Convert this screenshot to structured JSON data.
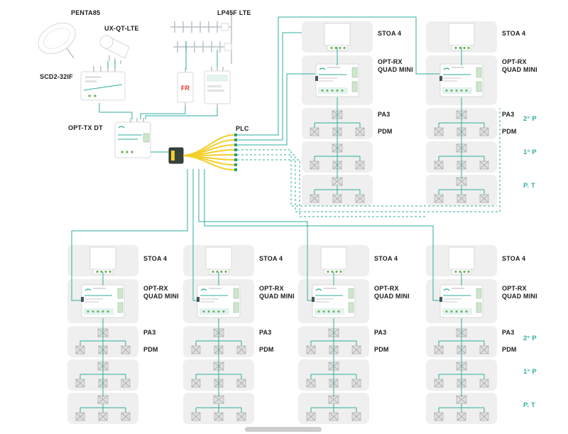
{
  "colors": {
    "accent": "#2fae9f",
    "fiber": "#f2cf2a",
    "box_bg": "#efefef",
    "fr_red": "#e63329",
    "text": "#1d1d1b"
  },
  "headend": {
    "penta85": "PENTA85",
    "ux_qt_lte": "UX-QT-LTE",
    "scd2_32if": "SCD2-32IF",
    "opt_tx_dt": "OPT-TX DT",
    "lp45f_lte": "LP45F LTE",
    "plc": "PLC",
    "fr": "FR"
  },
  "column_labels": {
    "stoa": "STOA 4",
    "optrx_line1": "OPT-RX",
    "optrx_line2": "QUAD MINI",
    "pa3": "PA3",
    "pdm": "PDM"
  },
  "floors": [
    "2° P",
    "1° P",
    "P. T"
  ]
}
